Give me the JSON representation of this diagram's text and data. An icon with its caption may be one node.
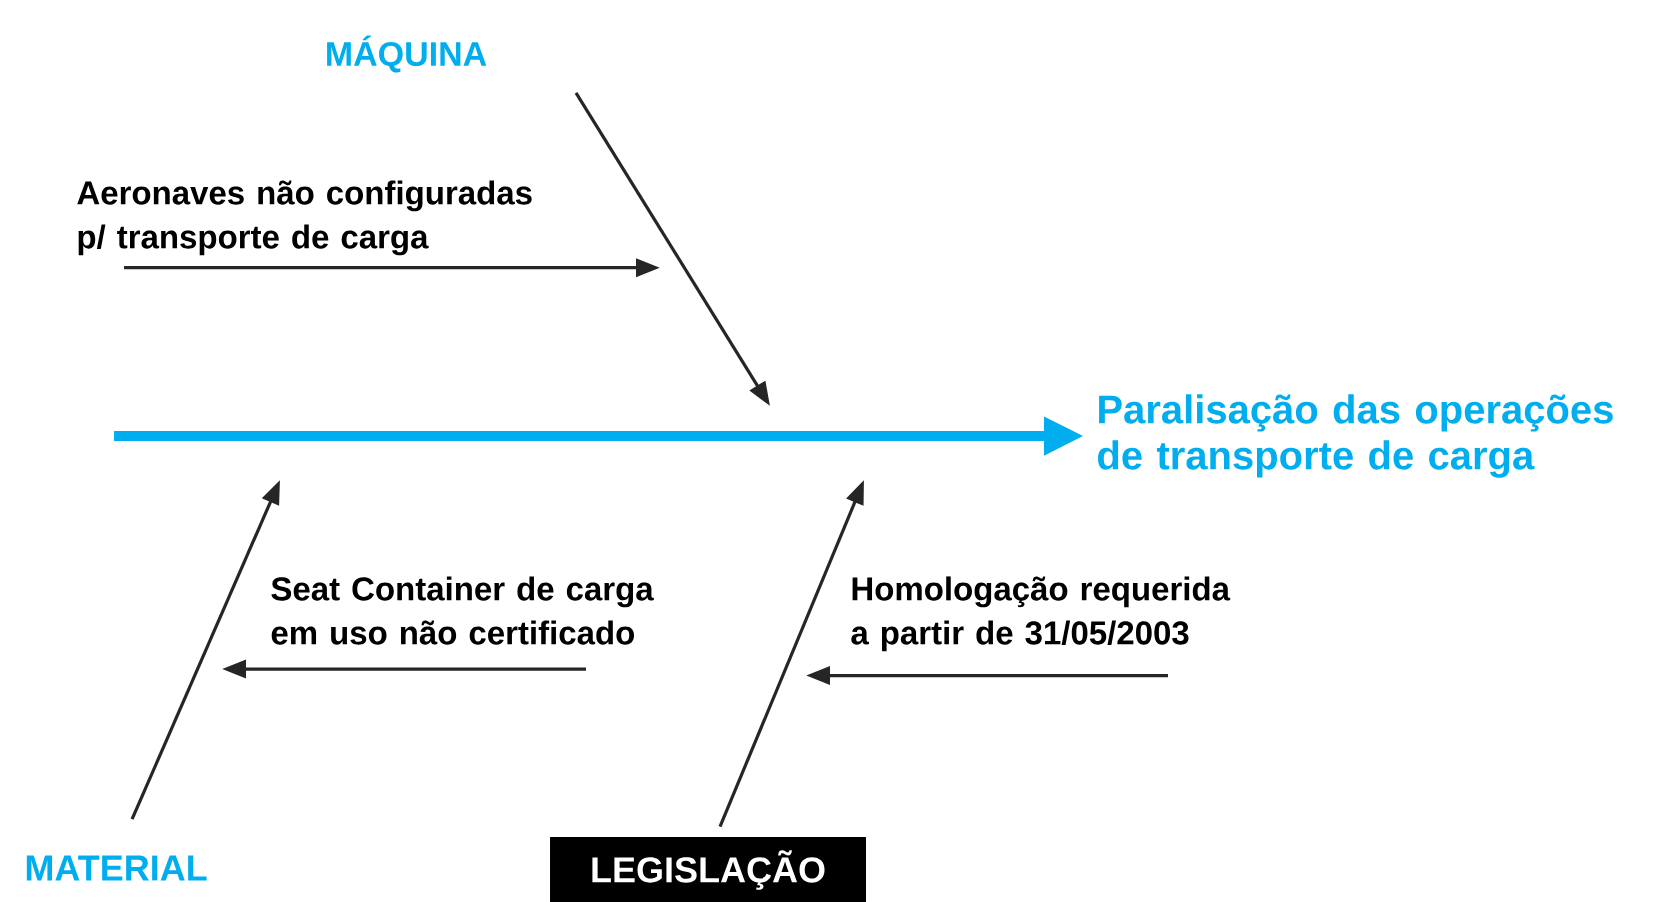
{
  "diagram": {
    "nodes": [
      {
        "text": [
          "MÁQUINA"
        ]
      },
      {
        "text": [
          "Aeronaves não configuradas p/ transporte de carga"
        ]
      },
      {
        "text": [
          "Paralisação das operações de transporte de carga"
        ]
      },
      {
        "text": [
          "Seat Container de carga em uso não certificado"
        ]
      },
      {
        "text": [
          "Homologação requerida a partir de 31/05/2003"
        ]
      },
      {
        "text": [
          "MATERIAL"
        ]
      },
      {
        "text": [
          "LEGISLAÇÃO"
        ]
      }
    ],
    "edges": [
      {
        "from": null,
        "to": 2,
        "arrow": "to",
        "style": "thick",
        "color": "#00aeef"
      },
      {
        "from": 0,
        "to": null,
        "arrow": "to"
      },
      {
        "from": 1,
        "to": null,
        "arrow": "to"
      },
      {
        "from": 3,
        "to": null,
        "arrow": "to"
      },
      {
        "from": 4,
        "to": null,
        "arrow": "to"
      },
      {
        "from": 5,
        "to": null,
        "arrow": "to"
      },
      {
        "from": 6,
        "to": null,
        "arrow": "to"
      }
    ]
  }
}
